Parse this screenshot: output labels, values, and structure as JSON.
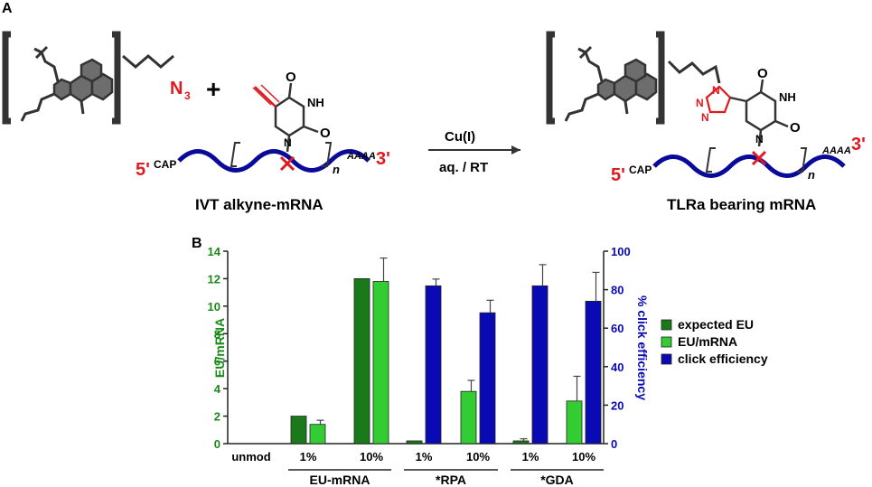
{
  "panels": {
    "a": "A",
    "b": "B"
  },
  "scheme": {
    "azide_subscript": "N",
    "azide_sub_num": "3",
    "plus": "+",
    "five_prime": "5'",
    "three_prime": "3'",
    "cap": "CAP",
    "poly_a": "AAAA",
    "repeat_n": "n",
    "reagent": "Cu(I)",
    "conditions": "aq. / RT",
    "left_caption": "IVT alkyne-mRNA",
    "right_caption": "TLRa bearing mRNA",
    "nh_label": "NH",
    "n_label": "N",
    "o_label": "O",
    "triazole_n": "N"
  },
  "colors": {
    "dark_green": "#1a7a1a",
    "light_green": "#33cc33",
    "blue": "#0a0ab4",
    "red": "#e0191f",
    "helix": "#0a0a9a",
    "ring_fill": "#6d6d6d"
  },
  "chart_data": {
    "type": "bar",
    "ylabel": "EU/mRNA",
    "y2label": "% click efficiency",
    "ylim": [
      0,
      14
    ],
    "yticks": [
      0,
      2,
      4,
      6,
      8,
      10,
      12,
      14
    ],
    "y2lim": [
      0,
      100
    ],
    "y2ticks": [
      0,
      20,
      40,
      60,
      80,
      100
    ],
    "legend_position": "right",
    "categories": [
      "unmod",
      "1%",
      "10%",
      "1%",
      "10%",
      "1%",
      "10%"
    ],
    "groups": [
      {
        "label": "EU-mRNA",
        "span": [
          1,
          2
        ]
      },
      {
        "label": "*RPA",
        "span": [
          3,
          4
        ]
      },
      {
        "label": "*GDA",
        "span": [
          5,
          6
        ]
      }
    ],
    "series": [
      {
        "name": "expected EU",
        "axis": "left",
        "values": [
          null,
          2.0,
          12.0,
          0.2,
          null,
          0.2,
          null
        ],
        "errors": [
          null,
          0,
          0,
          0,
          null,
          0.15,
          null
        ]
      },
      {
        "name": "EU/mRNA",
        "axis": "left",
        "values": [
          null,
          1.4,
          11.8,
          null,
          3.8,
          null,
          3.1
        ],
        "errors": [
          null,
          0.3,
          1.7,
          null,
          0.8,
          null,
          1.8
        ]
      },
      {
        "name": "click efficiency",
        "axis": "right",
        "values": [
          null,
          null,
          null,
          82,
          68,
          82,
          74
        ],
        "errors": [
          null,
          null,
          null,
          3.5,
          6.5,
          11,
          15
        ]
      }
    ]
  }
}
